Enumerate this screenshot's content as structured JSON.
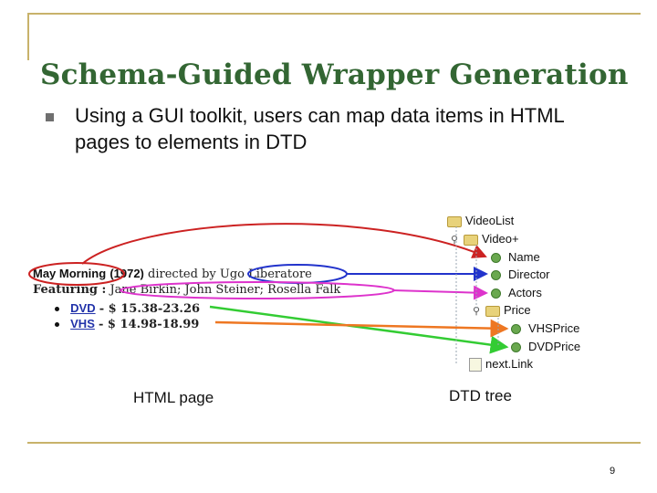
{
  "slide": {
    "title": "Schema-Guided Wrapper Generation",
    "bullet": "Using a GUI toolkit, users can map data items in HTML pages to elements in DTD",
    "page_number": "9"
  },
  "html_page": {
    "line1_movie": "May Morning",
    "line1_year": "(1972)",
    "line1_directed": "directed by",
    "line1_director": "Ugo Liberatore",
    "line2_label": "Featuring :",
    "line2_actors": "Jane Birkin; John Steiner; Rosella Falk",
    "line3_link": "DVD",
    "line3_price": "- $ 15.38-23.26",
    "line4_link": "VHS",
    "line4_price": "- $ 14.98-18.99",
    "caption": "HTML page"
  },
  "dtd_tree": {
    "root": "VideoList",
    "video": "Video+",
    "name": "Name",
    "director": "Director",
    "actors": "Actors",
    "price": "Price",
    "vhsprice": "VHSPrice",
    "dvdprice": "DVDPrice",
    "nextlink": "next.Link",
    "caption": "DTD tree"
  },
  "colors": {
    "title": "#336633",
    "frame": "#c8b26a",
    "red": "#cc2222",
    "blue": "#2233cc",
    "magenta": "#dd33cc",
    "green": "#33cc33",
    "orange": "#ee7722"
  },
  "icons": [
    "folder-icon",
    "leaf-node-icon",
    "document-icon",
    "expand-key-icon"
  ]
}
